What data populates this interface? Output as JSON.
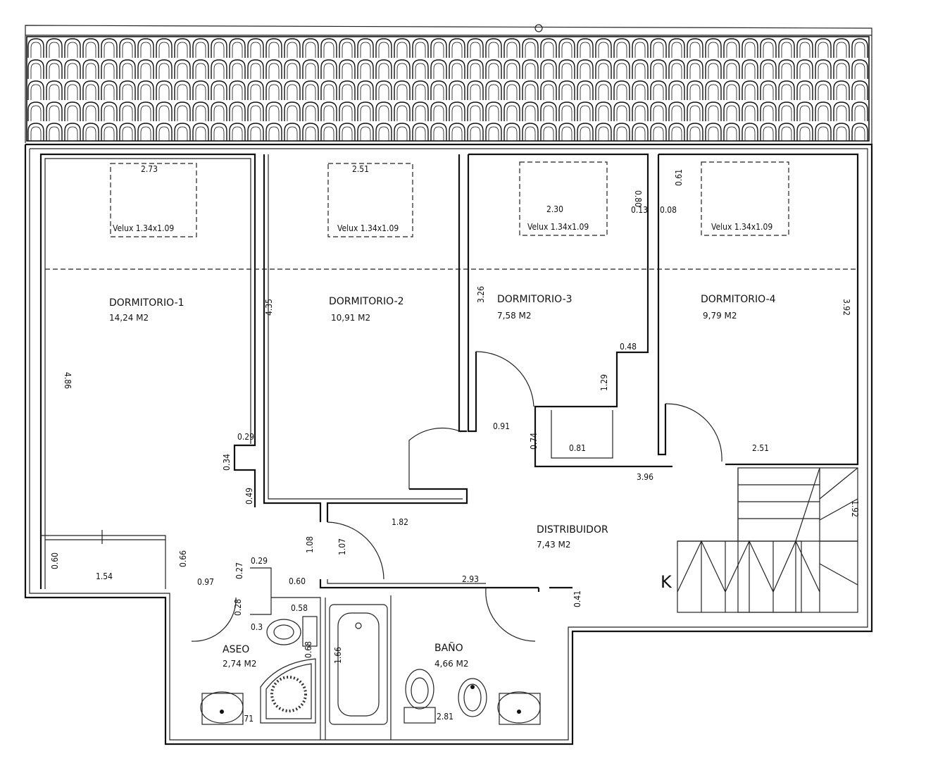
{
  "rooms": [
    {
      "name": "DORMITORIO-1",
      "area": "14,24 M2"
    },
    {
      "name": "DORMITORIO-2",
      "area": "10,91 M2"
    },
    {
      "name": "DORMITORIO-3",
      "area": "7,58 M2"
    },
    {
      "name": "DORMITORIO-4",
      "area": "9,79 M2"
    },
    {
      "name": "DISTRIBUIDOR",
      "area": "7,43 M2"
    },
    {
      "name": "ASEO",
      "area": "2,74 M2"
    },
    {
      "name": "BAÑO",
      "area": "4,66 M2"
    }
  ],
  "skylights": [
    {
      "width": "2.73",
      "label": "Velux 1.34x1.09"
    },
    {
      "width": "2.51",
      "label": "Velux 1.34x1.09"
    },
    {
      "width": "2.30",
      "label": "Velux 1.34x1.09"
    },
    {
      "label": "Velux 1.34x1.09"
    }
  ],
  "dimensions": [
    "0.80",
    "0.13",
    "0.61",
    "0.08",
    "4.86",
    "4.35",
    "3.26",
    "3.92",
    "0.48",
    "1.29",
    "0.91",
    "0.74",
    "0.81",
    "2.51",
    "3.96",
    "0.29",
    "0.34",
    "0.49",
    "1.82",
    "1.08",
    "1.07",
    "0.66",
    "0.60",
    "1.54",
    "0.97",
    "0.27",
    "0.29",
    "0.60",
    "2.93",
    "0.41",
    "0.28",
    "0.58",
    "0.3",
    "0.68",
    "1.66",
    ".71",
    "2.81",
    "1.92"
  ],
  "marks": {
    "stair_arrow": "K"
  }
}
